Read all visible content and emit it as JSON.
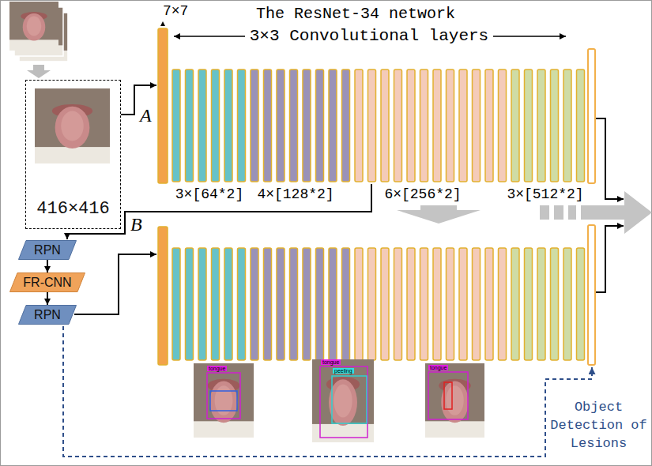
{
  "diagram": {
    "title": "The ResNet-34 network",
    "nodes": [
      {
        "text": [
          "416×416"
        ]
      },
      {
        "text": [
          "RPN"
        ]
      },
      {
        "text": [
          "FR-CNN"
        ]
      },
      {
        "text": [
          "RPN"
        ]
      }
    ],
    "edges": [
      {
        "from": 1,
        "to": 2,
        "arrow": "to"
      },
      {
        "from": 2,
        "to": 3,
        "arrow": "to"
      }
    ],
    "labels": [
      "7×7",
      "3×3 Convolutional layers",
      "3×[64*2]",
      "4×[128*2]",
      "6×[256*2]",
      "3×[512*2]",
      "A",
      "B",
      "tongue",
      "tongue",
      "peeling",
      "tongue",
      "Object Detection of Lesions"
    ]
  }
}
